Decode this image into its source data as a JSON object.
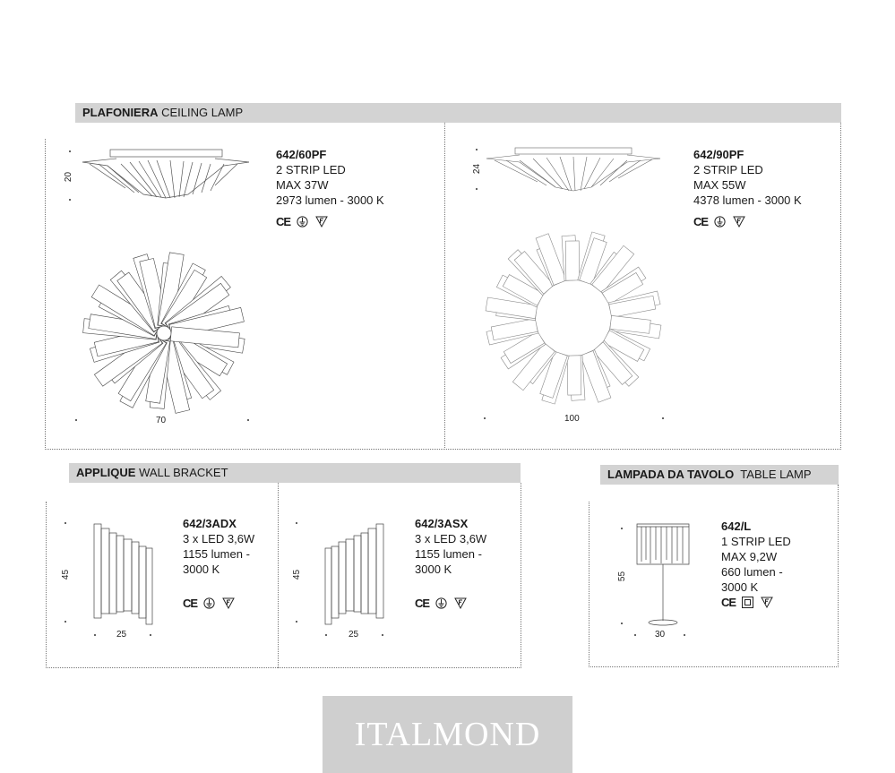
{
  "sections": {
    "ceiling": {
      "title_bold": "PLAFONIERA",
      "title_rest": " CEILING LAMP"
    },
    "wall": {
      "title_bold": "APPLIQUE",
      "title_rest": " WALL BRACKET"
    },
    "table": {
      "title_bold": "LAMPADA DA TAVOLO",
      "title_rest": "  TABLE LAMP"
    }
  },
  "products": {
    "p60pf": {
      "code": "642/60PF",
      "lines": [
        "2 STRIP LED",
        "MAX 37W",
        "2973 lumen - 3000 K"
      ],
      "dims": {
        "height": "20",
        "diameter": "70"
      }
    },
    "p90pf": {
      "code": "642/90PF",
      "lines": [
        "2 STRIP LED",
        "MAX 55W",
        "4378 lumen - 3000 K"
      ],
      "dims": {
        "height": "24",
        "diameter": "100"
      }
    },
    "p3adx": {
      "code": "642/3ADX",
      "lines": [
        "3 x LED 3,6W",
        "1155 lumen -",
        "3000 K"
      ],
      "dims": {
        "height": "45",
        "width": "25"
      }
    },
    "p3asx": {
      "code": "642/3ASX",
      "lines": [
        "3 x LED 3,6W",
        "1155 lumen -",
        "3000 K"
      ],
      "dims": {
        "height": "45",
        "width": "25"
      }
    },
    "pl": {
      "code": "642/L",
      "lines": [
        "1 STRIP LED",
        "MAX 9,2W",
        "660 lumen -",
        "3000 K"
      ],
      "dims": {
        "height": "55",
        "width": "30"
      }
    }
  },
  "certs": {
    "ce": "CE"
  },
  "icons": [
    "ce-mark-icon",
    "ground-symbol-icon",
    "f-triangle-icon",
    "double-insulation-icon"
  ],
  "brand": {
    "logo": "ITALMOND"
  },
  "colors": {
    "header_bg": "#d3d3d3",
    "logo_bg": "#cfcfcf",
    "logo_text": "#ffffff"
  }
}
